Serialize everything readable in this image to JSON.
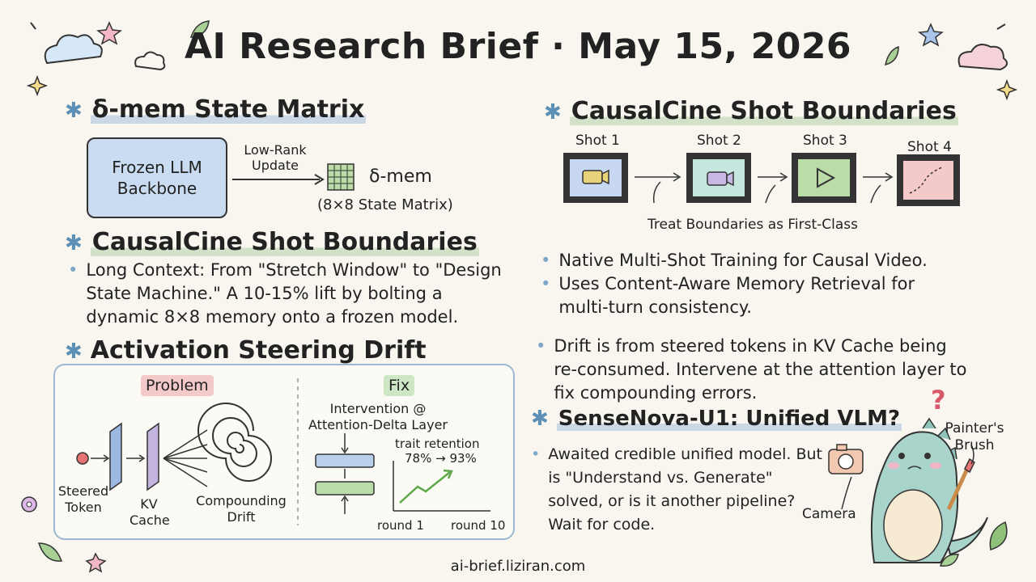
{
  "header": {
    "title": "AI Research Brief · May 15, 2026"
  },
  "left": {
    "sec1": {
      "title": "δ-mem State Matrix",
      "box_label": "Frozen LLM Backbone",
      "arrow_label": "Low-Rank Update",
      "result_label": "δ-mem",
      "result_sub": "(8×8 State Matrix)"
    },
    "sec2": {
      "title": "CausalCine Shot Boundaries",
      "bullet": "Long Context: From \"Stretch Window\" to \"Design State Machine.\" A 10-15% lift by bolting a dynamic 8×8 memory onto a frozen model."
    },
    "sec3": {
      "title": "Activation Steering Drift",
      "problem_label": "Problem",
      "fix_label": "Fix",
      "steered_token": "Steered Token",
      "kv_cache": "KV Cache",
      "compounding": "Compounding Drift",
      "intervention": "Intervention @ Attention-Delta Layer",
      "trait_retention": "trait retention",
      "retention_values": "78% → 93%",
      "round_start": "round 1",
      "round_end": "round 10"
    }
  },
  "right": {
    "sec1": {
      "title": "CausalCine Shot Boundaries",
      "shots": [
        "Shot 1",
        "Shot 2",
        "Shot 3",
        "Shot 4"
      ],
      "caption": "Treat Boundaries as First-Class",
      "bullets": [
        "Native Multi-Shot Training for Causal Video.",
        "Uses Content-Aware Memory Retrieval for multi-turn consistency."
      ],
      "drift_bullet": "Drift is from steered tokens in KV Cache being re-consumed. Intervene at the attention layer to fix compounding errors."
    },
    "sec2": {
      "title": "SenseNova-U1: Unified VLM?",
      "bullet": "Awaited credible unified model. But is \"Understand vs. Generate\" solved, or is it another pipeline? Wait for code.",
      "camera_label": "Camera",
      "brush_label": "Painter's Brush",
      "question": "?"
    }
  },
  "footer": {
    "url": "ai-brief.liziran.com"
  },
  "colors": {
    "accent_blue": "#5b8fb5",
    "box_blue": "#c9dcf1",
    "problem_pink": "#f4c9c9",
    "fix_green": "#cde6c3",
    "dino_teal": "#a9d4cc"
  }
}
